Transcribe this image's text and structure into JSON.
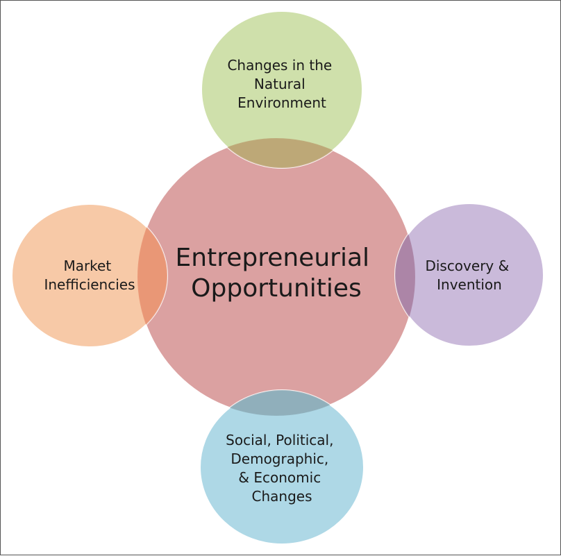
{
  "diagram": {
    "center": {
      "lines": [
        "Entrepreneurial",
        "Opportunities"
      ],
      "color": "#d48d8d"
    },
    "nodes": [
      {
        "id": "natural-environment",
        "lines": [
          "Changes in the",
          "Natural",
          "Environment"
        ],
        "color": "#c9dca0"
      },
      {
        "id": "market-inefficiencies",
        "lines": [
          "Market",
          "Inefficiencies"
        ],
        "color": "#f6c29b"
      },
      {
        "id": "discovery-invention",
        "lines": [
          "Discovery &",
          "Invention"
        ],
        "color": "#c3b1d6"
      },
      {
        "id": "social-political-changes",
        "lines": [
          "Social, Political,",
          "Demographic,",
          "& Economic",
          "Changes"
        ],
        "color": "#a3d3e3"
      }
    ]
  }
}
